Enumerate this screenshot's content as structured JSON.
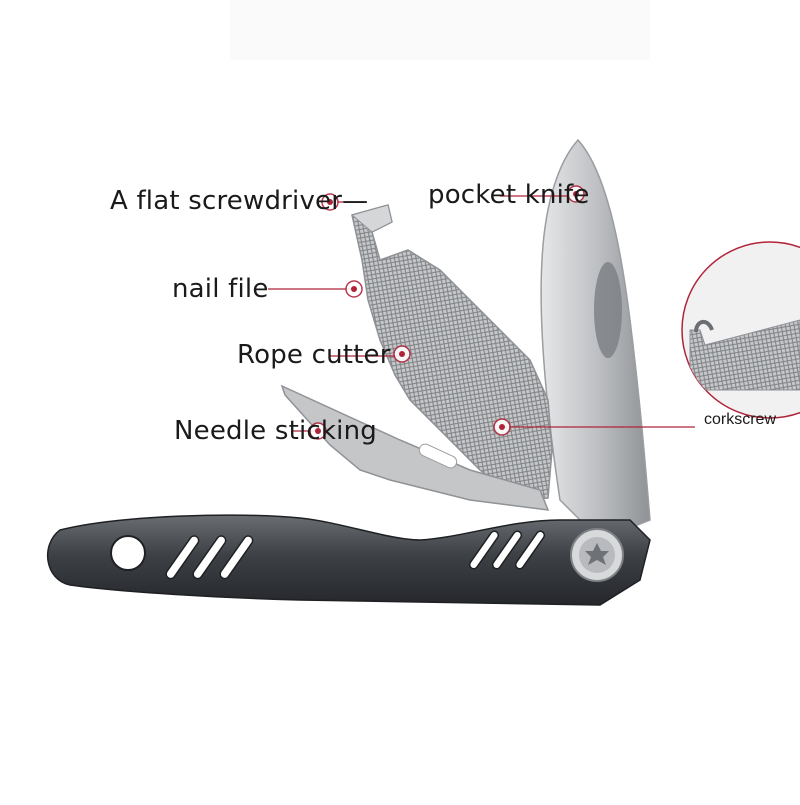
{
  "labels": {
    "screwdriver": "A flat screwdriver—",
    "pocket_knife": "pocket knife",
    "nail_file": "nail file",
    "rope_cutter": "Rope cutter",
    "needle": "Needle sticking",
    "corkscrew": "corkscrew"
  },
  "colors": {
    "background": "#ffffff",
    "handle": "#3a3d42",
    "steel": "#c9cacc",
    "marker": "#b0243a",
    "leader_line": "#b0243a"
  },
  "icons": {
    "pivot_screw": "torx-screw-icon",
    "marker": "target-dot-icon"
  }
}
